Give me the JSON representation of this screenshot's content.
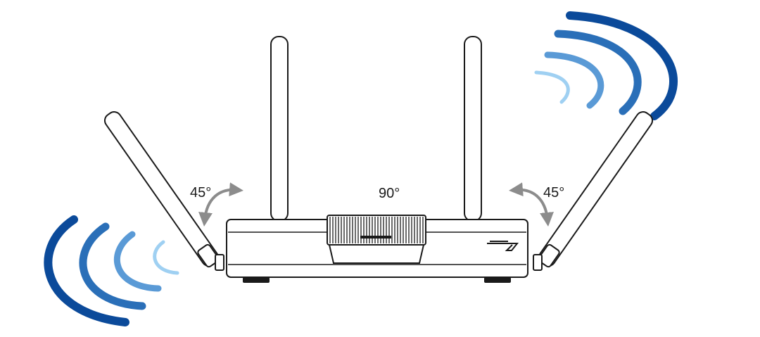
{
  "labels": {
    "left_angle": "45°",
    "center_angle": "90°",
    "right_angle": "45°"
  },
  "colors": {
    "wave_darkest": "#0b4a9a",
    "wave_dark": "#2a6fb8",
    "wave_mid": "#5a9ad6",
    "wave_light": "#9fd0f2",
    "arrow_gray": "#8c8c8c",
    "outline": "#1a1a1a"
  },
  "icons": {
    "left_rotate_arrow": "curved-double-arrow-icon",
    "right_rotate_arrow": "curved-double-arrow-icon",
    "left_signal": "wifi-signal-waves-icon",
    "right_signal": "wifi-signal-waves-icon"
  }
}
